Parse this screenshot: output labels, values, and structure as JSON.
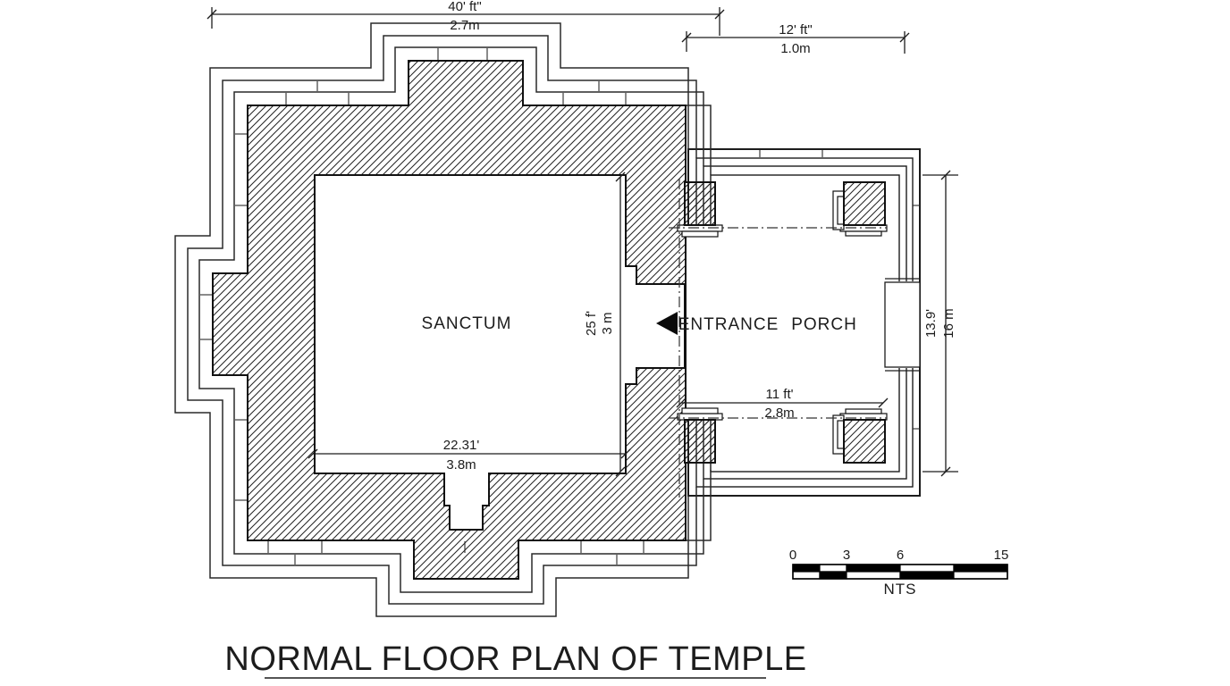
{
  "drawing_title": "NORMAL FLOOR PLAN OF TEMPLE",
  "rooms": {
    "sanctum": "SANCTUM",
    "entrance": "ENTRANCE",
    "porch": "PORCH"
  },
  "dims": {
    "overall_top": {
      "ft": "40' ft\"",
      "m": "2.7m"
    },
    "porch_top": {
      "ft": "12' ft\"",
      "m": "1.0m"
    },
    "porch_right": {
      "ft": "13.9'",
      "m": "16 m"
    },
    "porch_inner": {
      "ft": "11 ft'",
      "m": "2.8m"
    },
    "sanctum_w": {
      "ft": "22.31'",
      "m": "3.8m"
    },
    "sanctum_h": {
      "ft": "25 f'",
      "m": "3 m"
    }
  },
  "scalebar": {
    "t0": "0",
    "t3": "3",
    "t6": "6",
    "t15": "15",
    "nts": "NTS"
  },
  "colors": {
    "ink": "#1c1c1c",
    "bg": "#ffffff"
  }
}
